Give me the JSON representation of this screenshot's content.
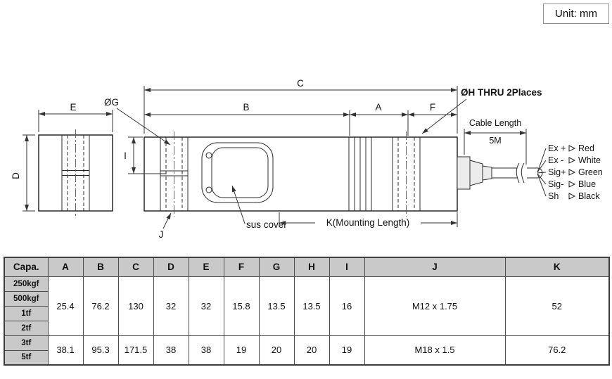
{
  "unit_label": "Unit: mm",
  "colors": {
    "table_header_bg": "#c9c9c9",
    "line_color": "#1a1a1a"
  },
  "drawing": {
    "dims": {
      "C": "C",
      "B": "B",
      "A": "A",
      "F": "F",
      "E": "E",
      "D": "D",
      "I": "I",
      "J": "J",
      "G": "ØG",
      "H": "ØH THRU 2Places",
      "K": "K(Mounting Length)"
    },
    "cable_length_label": "Cable Length",
    "cable_length_value": "5M",
    "sus_cover_label": "sus cover",
    "wires": [
      {
        "signal": "Ex +",
        "color": "Red"
      },
      {
        "signal": "Ex -",
        "color": "White"
      },
      {
        "signal": "Sig+",
        "color": "Green"
      },
      {
        "signal": "Sig-",
        "color": "Blue"
      },
      {
        "signal": "Sh",
        "color": "Black"
      }
    ]
  },
  "table": {
    "headers": [
      "Capa.",
      "A",
      "B",
      "C",
      "D",
      "E",
      "F",
      "G",
      "H",
      "I",
      "J",
      "K"
    ],
    "row_groups": [
      {
        "capacities": [
          "250kgf",
          "500kgf",
          "1tf",
          "2tf"
        ],
        "values": [
          "25.4",
          "76.2",
          "130",
          "32",
          "32",
          "15.8",
          "13.5",
          "13.5",
          "16",
          "M12 x 1.75",
          "52"
        ]
      },
      {
        "capacities": [
          "3tf",
          "5tf"
        ],
        "values": [
          "38.1",
          "95.3",
          "171.5",
          "38",
          "38",
          "19",
          "20",
          "20",
          "19",
          "M18 x 1.5",
          "76.2"
        ]
      }
    ]
  }
}
